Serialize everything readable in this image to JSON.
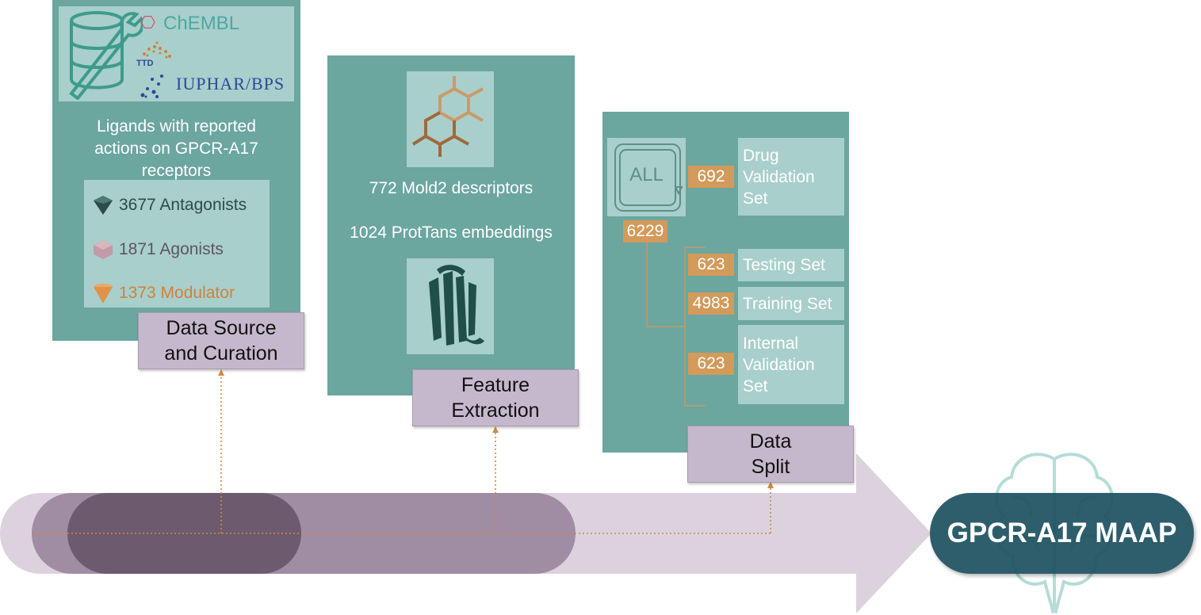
{
  "source_panel": {
    "databases": [
      "ChEMBL",
      "TTD",
      "IUPHAR/BPS"
    ],
    "description_lines": [
      "Ligands with reported",
      "actions on GPCR-A17",
      "receptors"
    ],
    "ligands": [
      {
        "label": "3677 Antagonists",
        "color": "#2c4c4a"
      },
      {
        "label": "1871 Agonists",
        "color": "#5d5563"
      },
      {
        "label": "1373 Modulator",
        "color": "#d0823a"
      }
    ],
    "stage_label_lines": [
      "Data Source",
      "and Curation"
    ]
  },
  "feature_panel": {
    "descriptors": "772 Mold2 descriptors",
    "embeddings": "1024 ProtTans embeddings",
    "stage_label_lines": [
      "Feature",
      "Extraction"
    ]
  },
  "split_panel": {
    "all_icon_text": "ALL",
    "total": "6229",
    "sets": [
      {
        "count": "692",
        "label_lines": [
          "Drug",
          "Validation",
          "Set"
        ]
      },
      {
        "count": "623",
        "label_lines": [
          "Testing Set"
        ]
      },
      {
        "count": "4983",
        "label_lines": [
          "Training Set"
        ]
      },
      {
        "count": "623",
        "label_lines": [
          "Internal",
          "Validation",
          "Set"
        ]
      }
    ],
    "stage_label_lines": [
      "Data",
      "Split"
    ]
  },
  "final": {
    "label": "GPCR-A17 MAAP"
  },
  "colors": {
    "panel": "#6ba69f",
    "count_box": "#d39a5a",
    "label_box": "#c6b8cc",
    "arrow": "#dcd2dd",
    "final_pill": "#1f5261"
  }
}
